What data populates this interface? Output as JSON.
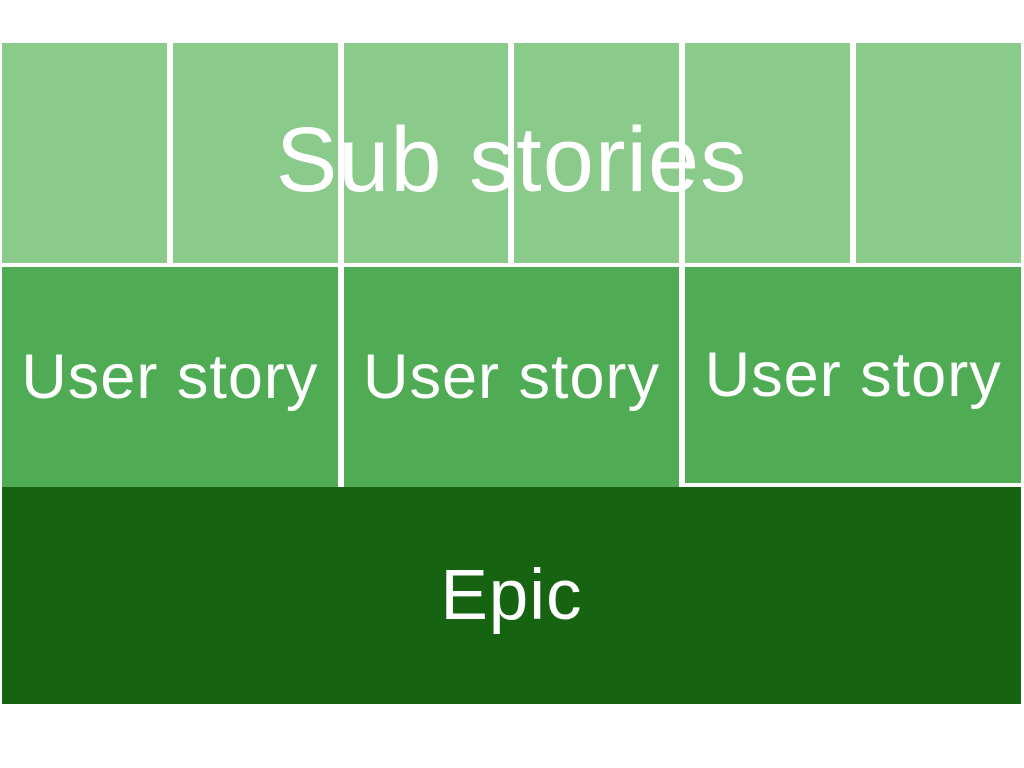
{
  "diagram": {
    "type": "hierarchy",
    "sub_stories": {
      "label": "Sub stories",
      "block_count": 6
    },
    "user_stories": {
      "items": [
        {
          "label": "User story"
        },
        {
          "label": "User story"
        },
        {
          "label": "User story"
        }
      ]
    },
    "epic": {
      "label": "Epic"
    },
    "colors": {
      "sub_stories_block": "#8aca8a",
      "user_story_block": "#4fab54",
      "epic_block": "#166311",
      "gap": "#ffffff",
      "text": "#ffffff",
      "background": "#ffffff"
    }
  }
}
